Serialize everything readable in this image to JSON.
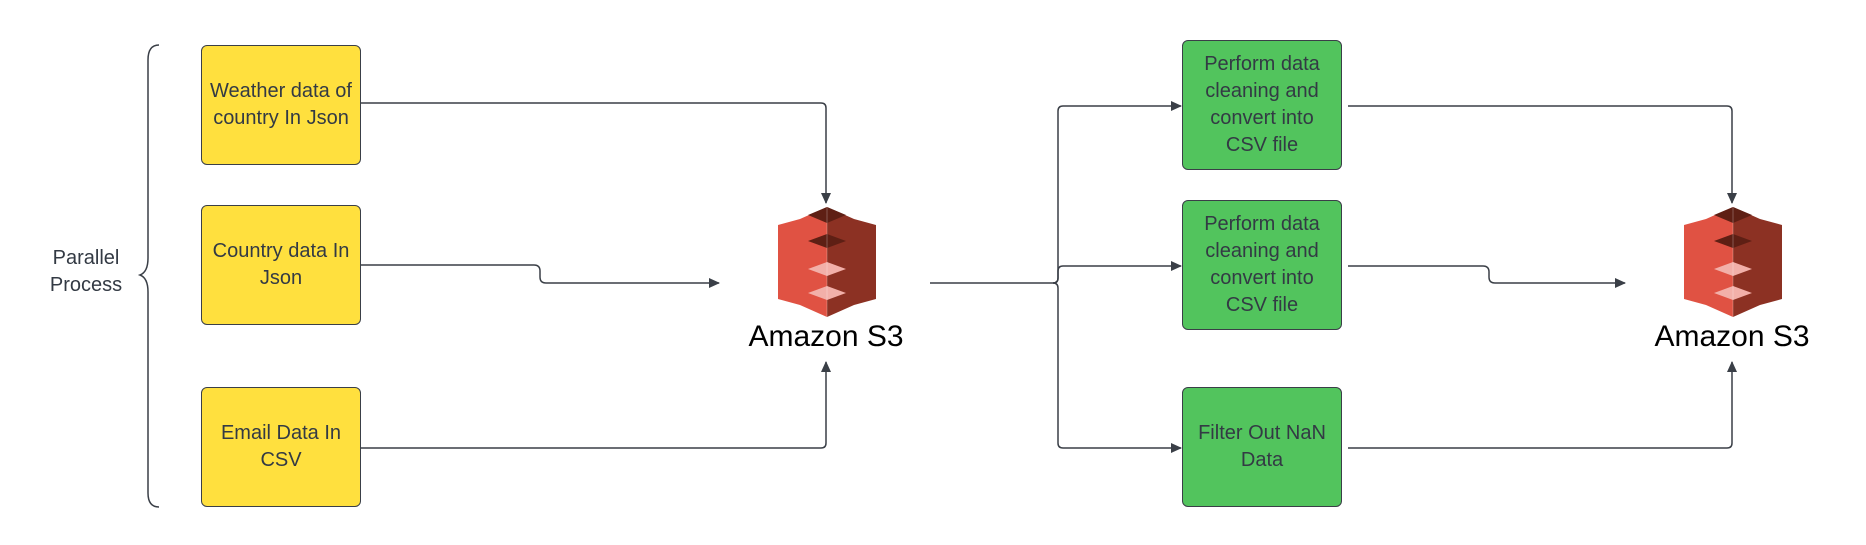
{
  "parallel_label": "Parallel\nProcess",
  "sources": [
    {
      "label": "Weather data of country In Json"
    },
    {
      "label": "Country data In Json"
    },
    {
      "label": "Email Data In CSV"
    }
  ],
  "storage_left": {
    "label": "Amazon S3",
    "icon": "amazon-s3-icon"
  },
  "processing": [
    {
      "label": "Perform data cleaning and convert into CSV file"
    },
    {
      "label": "Perform data cleaning and convert into CSV file"
    },
    {
      "label": "Filter Out NaN Data"
    }
  ],
  "storage_right": {
    "label": "Amazon S3",
    "icon": "amazon-s3-icon"
  },
  "colors": {
    "source_box": "#ffe03e",
    "process_box": "#52c45d",
    "s3_red": "#e05243",
    "s3_dark": "#8c3123",
    "line": "#3a3f47"
  }
}
